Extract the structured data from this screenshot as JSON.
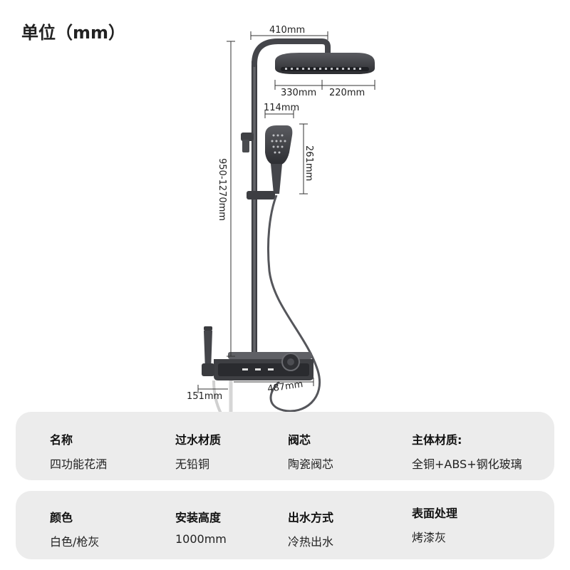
{
  "header": {
    "unit_title": "单位（mm）"
  },
  "dimensions": {
    "top_width": "410mm",
    "head_depth": "330mm",
    "head_diameter": "220mm",
    "hand_width": "114mm",
    "hand_length": "261mm",
    "height_range": "950-1270mm",
    "left_offset": "151mm",
    "console_width": "487mm"
  },
  "specs_row1": [
    {
      "label": "名称",
      "value": "四功能花洒"
    },
    {
      "label": "过水材质",
      "value": "无铅铜"
    },
    {
      "label": "阀芯",
      "value": "陶瓷阀芯"
    },
    {
      "label": "主体材质:",
      "value": "全铜+ABS+钢化玻璃"
    }
  ],
  "specs_row2": [
    {
      "label": "颜色",
      "value": "白色/枪灰"
    },
    {
      "label": "安装高度",
      "value": "1000mm"
    },
    {
      "label": "出水方式",
      "value": "冷热出水"
    },
    {
      "label": "表面处理",
      "value": "烤漆灰"
    }
  ],
  "colors": {
    "body": "#4a4b4f",
    "panel_bg": "#ececec"
  }
}
